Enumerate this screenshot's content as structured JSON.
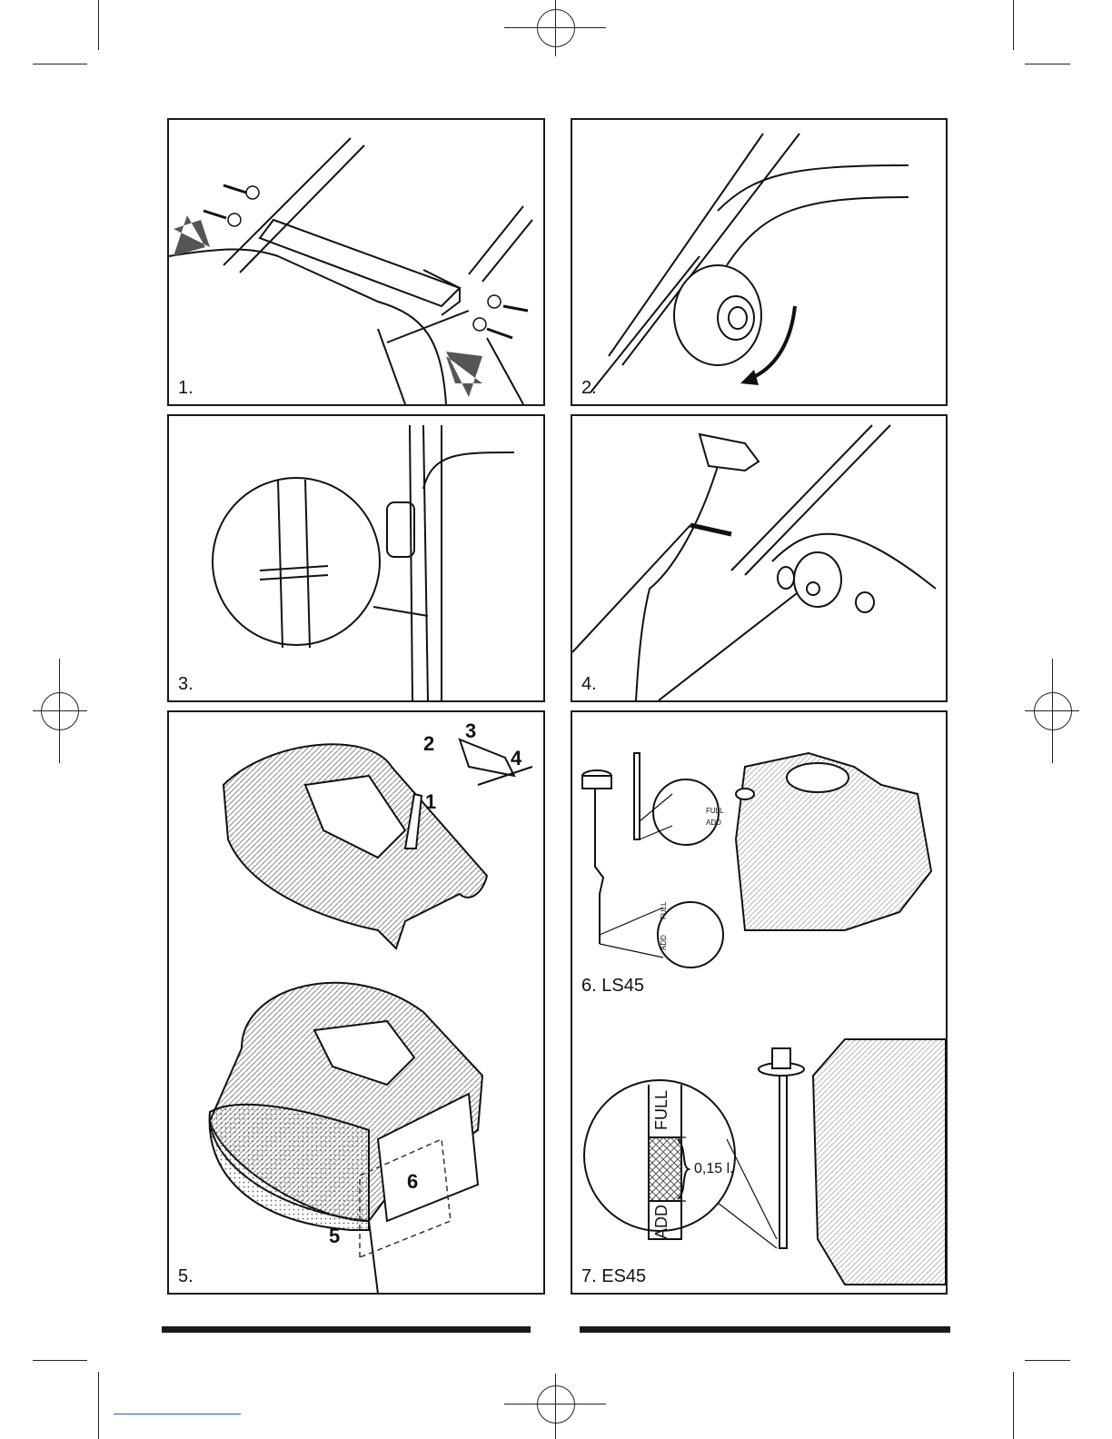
{
  "panels": [
    {
      "label": "1."
    },
    {
      "label": "2."
    },
    {
      "label": "3."
    },
    {
      "label": "4."
    },
    {
      "label": "5.",
      "callouts": [
        "1",
        "2",
        "3",
        "4",
        "5",
        "6"
      ]
    },
    {
      "label": "6. LS45",
      "dipstick_marks": [
        "FULL",
        "ADD"
      ],
      "dipstick_marks_lower": [
        "FULL",
        "ADD"
      ]
    },
    {
      "label": "7. ES45",
      "dipstick_marks": [
        "FULL",
        "ADD"
      ],
      "volume": "0,15 l."
    }
  ]
}
